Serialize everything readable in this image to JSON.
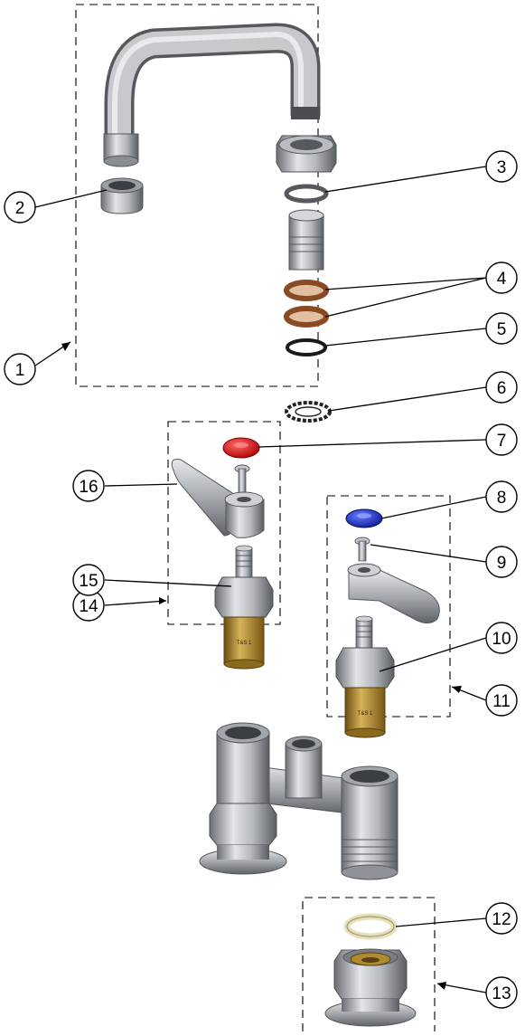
{
  "diagram": {
    "callouts": [
      {
        "number": "1"
      },
      {
        "number": "2"
      },
      {
        "number": "3"
      },
      {
        "number": "4"
      },
      {
        "number": "5"
      },
      {
        "number": "6"
      },
      {
        "number": "7"
      },
      {
        "number": "8"
      },
      {
        "number": "9"
      },
      {
        "number": "10"
      },
      {
        "number": "11"
      },
      {
        "number": "12"
      },
      {
        "number": "13"
      },
      {
        "number": "14"
      },
      {
        "number": "15"
      },
      {
        "number": "16"
      }
    ],
    "cartridge_stamp": "1",
    "colors": {
      "metal_light": "#d9dbde",
      "metal_mid": "#a7aaaf",
      "metal_dark": "#5f6267",
      "brass": "#b08a2e",
      "washer_brown": "#8a4a24",
      "index_red": "#d81818",
      "index_blue": "#1a2fc8",
      "washer_cream": "#f1ecd2"
    }
  }
}
